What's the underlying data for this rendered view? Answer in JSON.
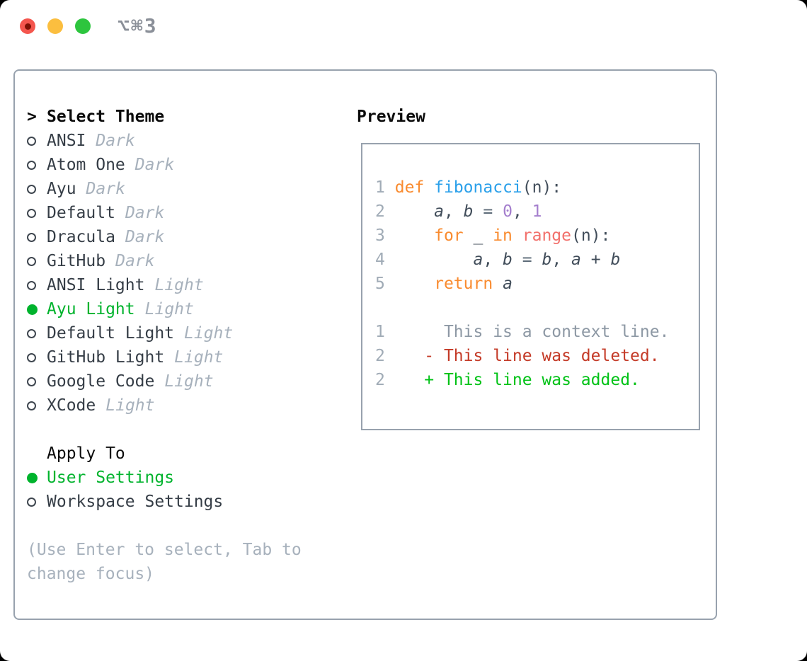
{
  "titlebar": {
    "shortcut": "⌥⌘3"
  },
  "left": {
    "cursor": ">",
    "header_label": "Select Theme",
    "themes": [
      {
        "name": "ANSI",
        "variant": "Dark",
        "selected": false
      },
      {
        "name": "Atom One",
        "variant": "Dark",
        "selected": false
      },
      {
        "name": "Ayu",
        "variant": "Dark",
        "selected": false
      },
      {
        "name": "Default",
        "variant": "Dark",
        "selected": false
      },
      {
        "name": "Dracula",
        "variant": "Dark",
        "selected": false
      },
      {
        "name": "GitHub",
        "variant": "Dark",
        "selected": false
      },
      {
        "name": "ANSI Light",
        "variant": "Light",
        "selected": false
      },
      {
        "name": "Ayu Light",
        "variant": "Light",
        "selected": true
      },
      {
        "name": "Default Light",
        "variant": "Light",
        "selected": false
      },
      {
        "name": "GitHub Light",
        "variant": "Light",
        "selected": false
      },
      {
        "name": "Google Code",
        "variant": "Light",
        "selected": false
      },
      {
        "name": "XCode",
        "variant": "Light",
        "selected": false
      }
    ],
    "apply_header": "Apply To",
    "apply_options": [
      {
        "name": "User Settings",
        "selected": true
      },
      {
        "name": "Workspace Settings",
        "selected": false
      }
    ],
    "hint": "(Use Enter to select, Tab to change focus)"
  },
  "preview": {
    "title": "Preview",
    "lines": [
      [
        [
          "1",
          "ln"
        ],
        [
          " ",
          "d"
        ],
        [
          "def",
          "kw"
        ],
        [
          " ",
          "d"
        ],
        [
          "fibonacci",
          "fn"
        ],
        [
          "(n):",
          "d"
        ]
      ],
      [
        [
          "2",
          "ln"
        ],
        [
          "     ",
          "d"
        ],
        [
          "a",
          "v"
        ],
        [
          ", ",
          "d"
        ],
        [
          "b",
          "v"
        ],
        [
          " ",
          "d"
        ],
        [
          "=",
          "op"
        ],
        [
          " ",
          "d"
        ],
        [
          "0",
          "pu"
        ],
        [
          ", ",
          "d"
        ],
        [
          "1",
          "pu"
        ]
      ],
      [
        [
          "3",
          "ln"
        ],
        [
          "     ",
          "d"
        ],
        [
          "for",
          "kw"
        ],
        [
          " _ ",
          "d"
        ],
        [
          "in",
          "kw"
        ],
        [
          " ",
          "d"
        ],
        [
          "range",
          "cr"
        ],
        [
          "(n):",
          "d"
        ]
      ],
      [
        [
          "4",
          "ln"
        ],
        [
          "         ",
          "d"
        ],
        [
          "a",
          "v"
        ],
        [
          ", ",
          "d"
        ],
        [
          "b",
          "v"
        ],
        [
          " ",
          "d"
        ],
        [
          "=",
          "op"
        ],
        [
          " ",
          "d"
        ],
        [
          "b",
          "v"
        ],
        [
          ", ",
          "d"
        ],
        [
          "a",
          "v"
        ],
        [
          " + ",
          "d"
        ],
        [
          "b",
          "v"
        ]
      ],
      [
        [
          "5",
          "ln"
        ],
        [
          "     ",
          "d"
        ],
        [
          "return",
          "kw"
        ],
        [
          " ",
          "d"
        ],
        [
          "a",
          "v"
        ]
      ],
      [],
      [
        [
          "1",
          "ln"
        ],
        [
          "      ",
          "d"
        ],
        [
          "This is a context line.",
          "ctx"
        ]
      ],
      [
        [
          "2",
          "ln"
        ],
        [
          "    ",
          "d"
        ],
        [
          "- This line was deleted.",
          "del"
        ]
      ],
      [
        [
          "2",
          "ln"
        ],
        [
          "    ",
          "d"
        ],
        [
          "+ This line was added.",
          "add"
        ]
      ]
    ]
  },
  "colors": {
    "tl-red": "#f4564e",
    "tl-red-dot": "#7e1105",
    "tl-yellow": "#fbbe3f",
    "tl-green": "#2dc53e",
    "title-gray": "#8a8f98",
    "border": "#98a2ae",
    "item-text": "#353d46",
    "muted": "#a7b1bc",
    "ring": "#3f4750",
    "select-green": "#00b32d",
    "linenum": "#a0abb6",
    "code": "#414d5a",
    "kw": "#f98b2f",
    "fn": "#2aa0ea",
    "cr": "#f2706b",
    "pu": "#a47ecd",
    "op": "#5d6b78",
    "ctx": "#8d98a4",
    "del": "#c43a27",
    "add": "#00c216"
  }
}
